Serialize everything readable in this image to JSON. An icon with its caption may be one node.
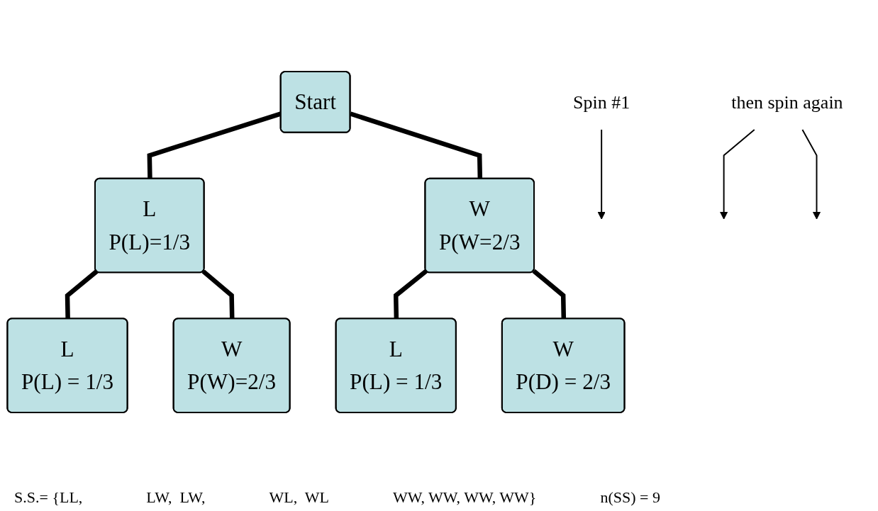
{
  "diagram": {
    "nodes": [
      {
        "text": [
          "Start"
        ]
      },
      {
        "text": [
          "L",
          "P(L)=1/3"
        ]
      },
      {
        "text": [
          "W",
          "P(W=2/3"
        ]
      },
      {
        "text": [
          "L",
          "P(L) = 1/3"
        ]
      },
      {
        "text": [
          "W",
          "P(W)=2/3"
        ]
      },
      {
        "text": [
          "L",
          "P(L) = 1/3"
        ]
      },
      {
        "text": [
          "W",
          "P(D) = 2/3"
        ]
      },
      {
        "text": [
          "Spin #1"
        ]
      },
      {
        "text": [
          "then spin again"
        ]
      }
    ],
    "edges": [
      {
        "from": 0,
        "to": 1,
        "arrow": "none"
      },
      {
        "from": 0,
        "to": 2,
        "arrow": "none"
      },
      {
        "from": 1,
        "to": 3,
        "arrow": "none"
      },
      {
        "from": 1,
        "to": 4,
        "arrow": "none"
      },
      {
        "from": 2,
        "to": 5,
        "arrow": "none"
      },
      {
        "from": 2,
        "to": 6,
        "arrow": "none"
      },
      {
        "from": 7,
        "to": null,
        "arrow": "to"
      },
      {
        "from": 8,
        "to": null,
        "arrow": "to"
      },
      {
        "from": 8,
        "to": null,
        "arrow": "to"
      }
    ],
    "labels": [
      "S.S.= {LL,",
      "LW,  LW,",
      "WL,  WL",
      "WW, WW, WW, WW}",
      "n(SS) = 9"
    ]
  }
}
